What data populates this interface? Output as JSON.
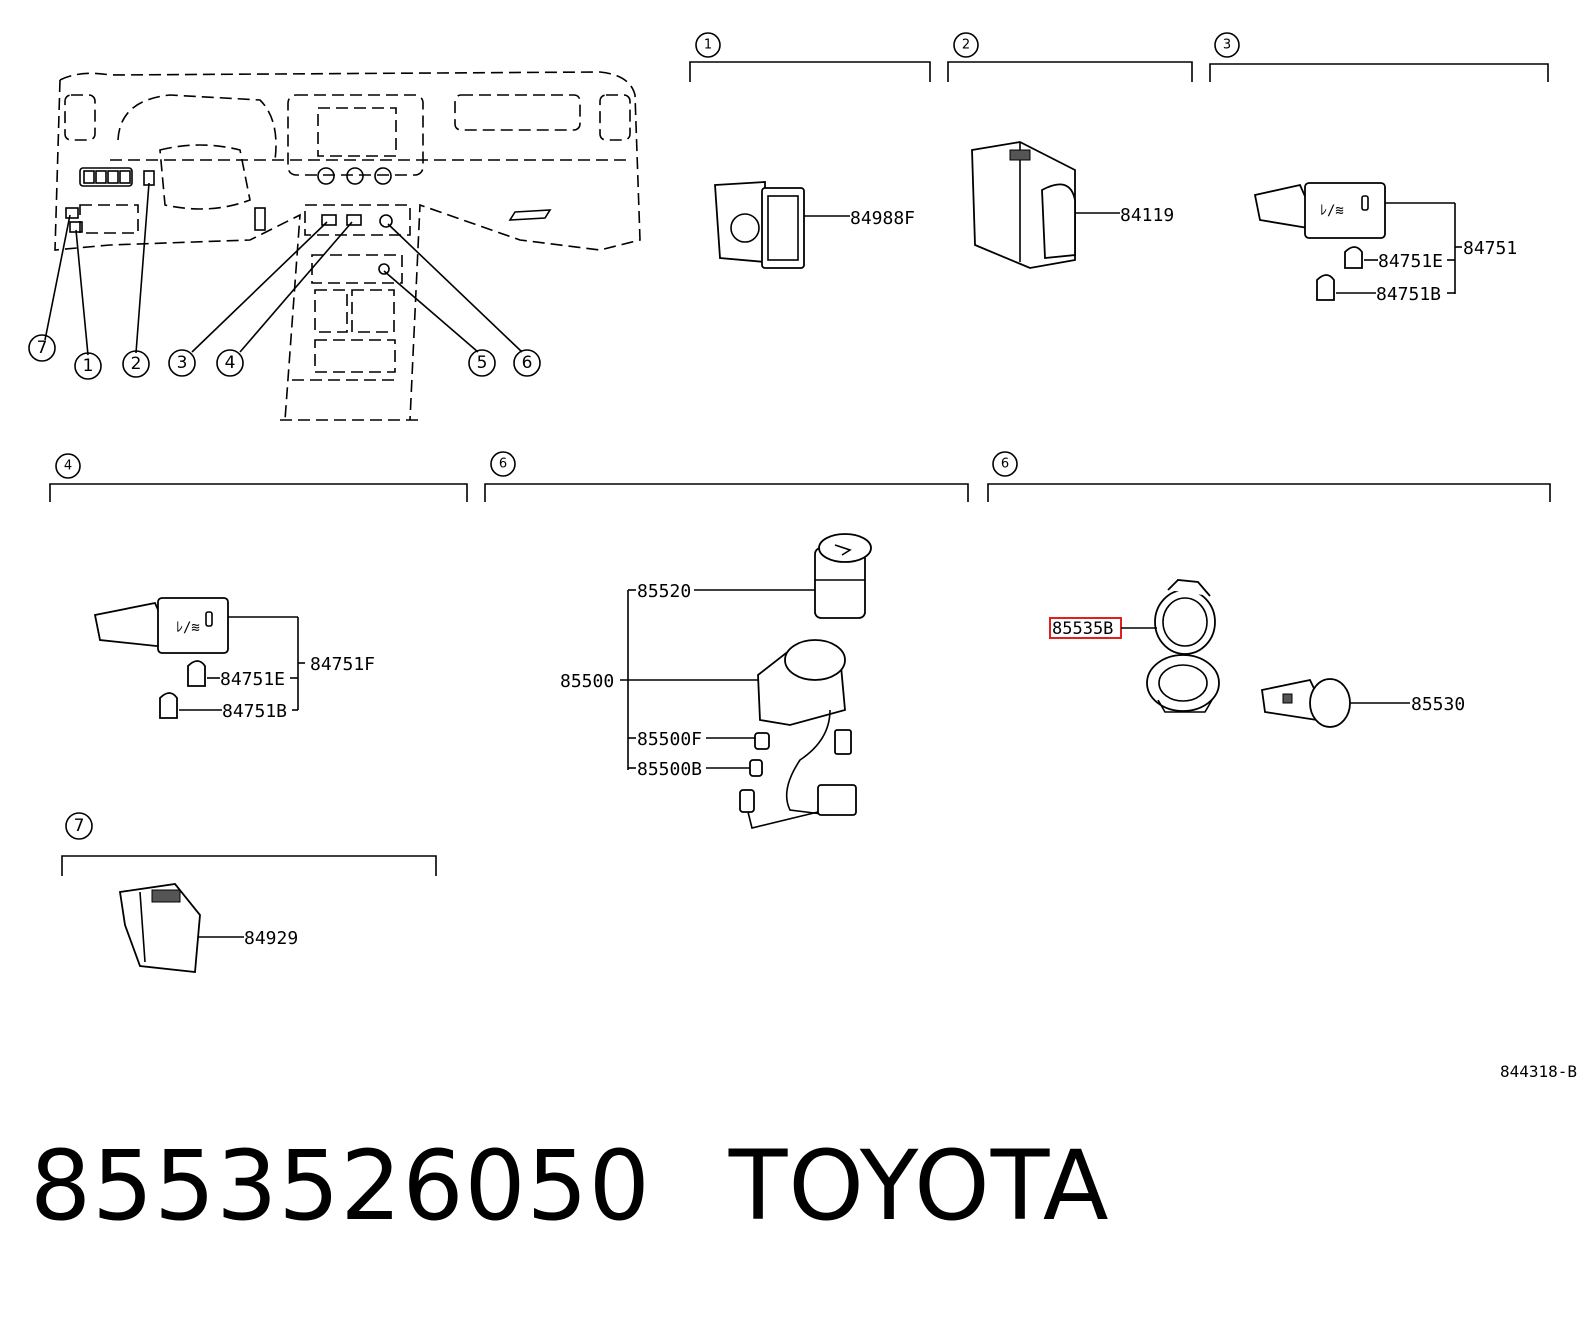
{
  "overview": {
    "callouts": [
      "7",
      "1",
      "2",
      "3",
      "4",
      "5",
      "6"
    ]
  },
  "sections": [
    {
      "num": "1",
      "parts": [
        "84988F"
      ]
    },
    {
      "num": "2",
      "parts": [
        "84119"
      ]
    },
    {
      "num": "3",
      "parts": [
        "84751",
        "84751E",
        "84751B"
      ]
    },
    {
      "num": "4",
      "parts": [
        "84751F",
        "84751E",
        "84751B"
      ]
    },
    {
      "num": "6",
      "parts": [
        "85520",
        "85500",
        "85500F",
        "85500B"
      ]
    },
    {
      "num": "6",
      "parts": [
        "85535B",
        "85530"
      ]
    },
    {
      "num": "7",
      "parts": [
        "84929"
      ]
    }
  ],
  "highlighted_part": "85535B",
  "diagram_ref": "844318-B",
  "footer": {
    "part_number": "8553526050",
    "brand": "TOYOTA"
  }
}
